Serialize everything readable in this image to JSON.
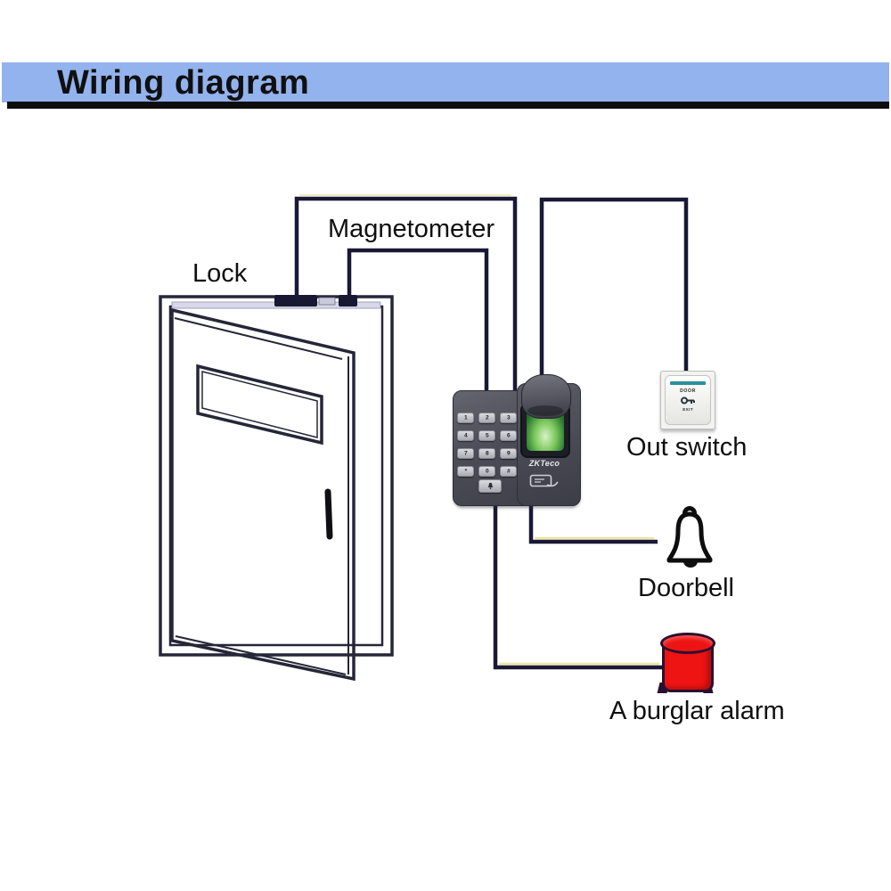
{
  "title": "Wiring diagram",
  "labels": {
    "lock": "Lock",
    "magnetometer": "Magnetometer",
    "out_switch": "Out switch",
    "doorbell": "Doorbell",
    "burglar_alarm": "A burglar alarm"
  },
  "keypad": {
    "brand": "ZKTeco",
    "keys": [
      "1",
      "2",
      "3",
      "4",
      "5",
      "6",
      "7",
      "8",
      "9",
      "*",
      "0",
      "#"
    ]
  },
  "out_switch_plate": {
    "top_text": "DOOR",
    "bottom_text": "EXIT"
  },
  "colors": {
    "banner_bg": "#93b3ee",
    "underline": "#0d0d0d",
    "wire": "#191935",
    "wire_highlight": "#eee6a8",
    "door_line": "#262638",
    "alarm_red": "#ee1414",
    "alarm_outline": "#2a1030",
    "fp_green_light": "#d6f2c4",
    "fp_green_dark": "#2f7c33",
    "switch_stripe": "#2e8f99",
    "device_body": "#4c4c57"
  }
}
